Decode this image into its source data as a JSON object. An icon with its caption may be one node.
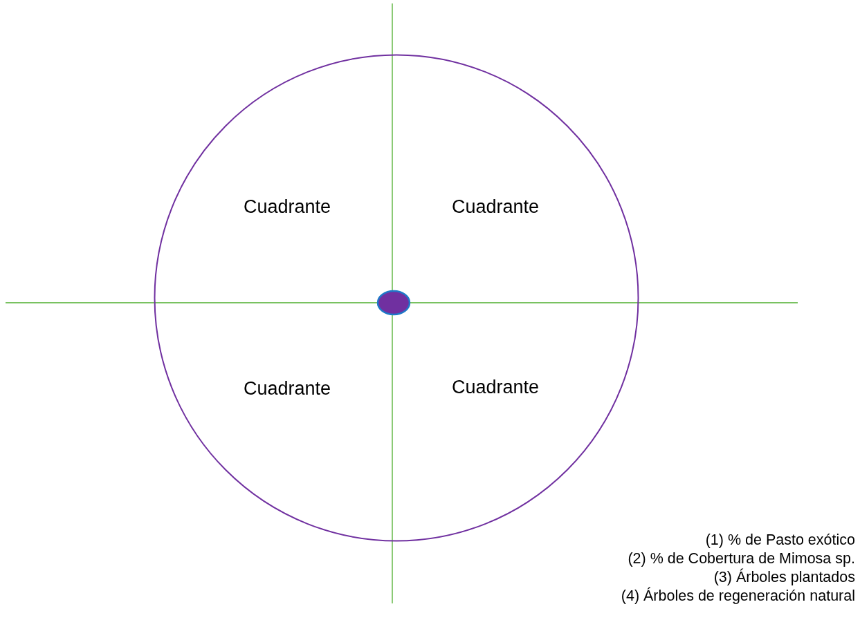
{
  "diagram": {
    "nodes": [
      {
        "text": [
          "Cuadrante",
          "Cuadrante",
          "Cuadrante",
          "Cuadrante"
        ]
      }
    ],
    "labels": [
      "(1) % de Pasto exótico",
      "(2) % de Cobertura de Mimosa sp.",
      "(3) Árboles plantados",
      "(4) Árboles de regeneración natural"
    ]
  }
}
